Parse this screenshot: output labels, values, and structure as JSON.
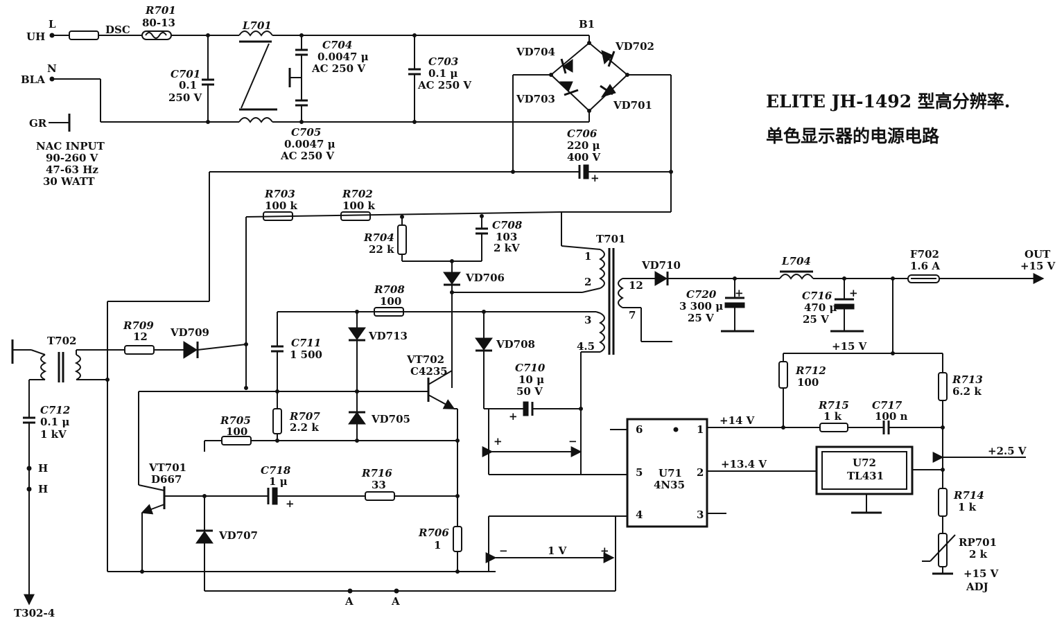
{
  "title": {
    "line1": "ELITE JH-1492 型高分辨率.",
    "line2": "单色显示器的电源电路"
  },
  "input": {
    "uh": "UH",
    "l": "L",
    "dsc": "DSC",
    "bla": "BLA",
    "n": "N",
    "gr": "GR",
    "nac": "NAC INPUT",
    "volt": "90-260 V",
    "freq": "47-63 Hz",
    "watt": "30 WATT"
  },
  "components": {
    "r701": {
      "name": "R701",
      "value": "80-13"
    },
    "l701": {
      "name": "L701"
    },
    "c701": {
      "name": "C701",
      "value": "0.1",
      "rating": "250 V"
    },
    "c704": {
      "name": "C704",
      "value": "0.0047 μ",
      "rating": "AC 250 V"
    },
    "c705": {
      "name": "C705",
      "value": "0.0047 μ",
      "rating": "AC 250 V"
    },
    "c703": {
      "name": "C703",
      "value": "0.1 μ",
      "rating": "AC 250 V"
    },
    "b1": {
      "name": "B1"
    },
    "vd701": "VD701",
    "vd702": "VD702",
    "vd703": "VD703",
    "vd704": "VD704",
    "c706": {
      "name": "C706",
      "value": "220 μ",
      "rating": "400 V"
    },
    "r703": {
      "name": "R703",
      "value": "100 k"
    },
    "r702": {
      "name": "R702",
      "value": "100 k"
    },
    "r704": {
      "name": "R704",
      "value": "22 k"
    },
    "c708": {
      "name": "C708",
      "value": "103",
      "rating": "2 kV"
    },
    "vd706": "VD706",
    "t701": {
      "name": "T701",
      "p1": "1",
      "p2": "2",
      "p3": "3",
      "p45": "4.5",
      "p12": "12",
      "p7": "7"
    },
    "r708": {
      "name": "R708",
      "value": "100"
    },
    "vd713": "VD713",
    "vd708": "VD708",
    "c711": {
      "name": "C711",
      "value": "1 500"
    },
    "vt702": {
      "name": "VT702",
      "part": "C4235"
    },
    "c710": {
      "name": "C710",
      "value": "10 μ",
      "rating": "50 V"
    },
    "r709": {
      "name": "R709",
      "value": "12"
    },
    "vd709": "VD709",
    "t702": {
      "name": "T702"
    },
    "vd705": "VD705",
    "r707": {
      "name": "R707",
      "value": "2.2 k"
    },
    "r705": {
      "name": "R705",
      "value": "100"
    },
    "c712": {
      "name": "C712",
      "value": "0.1 μ",
      "rating": "1 kV"
    },
    "vt701": {
      "name": "VT701",
      "part": "D667"
    },
    "c718": {
      "name": "C718",
      "value": "1 μ"
    },
    "r716": {
      "name": "R716",
      "value": "33"
    },
    "vd707": "VD707",
    "r706": {
      "name": "R706",
      "value": "1"
    },
    "vd710": "VD710",
    "c720": {
      "name": "C720",
      "value": "3 300 μ",
      "rating": "25 V"
    },
    "l704": {
      "name": "L704"
    },
    "c716": {
      "name": "C716",
      "value": "470 μ",
      "rating": "25 V"
    },
    "f702": {
      "name": "F702",
      "value": "1.6 A"
    },
    "r712": {
      "name": "R712",
      "value": "100"
    },
    "r713": {
      "name": "R713",
      "value": "6.2 k"
    },
    "r715": {
      "name": "R715",
      "value": "1 k"
    },
    "c717": {
      "name": "C717",
      "value": "100 n"
    },
    "u71": {
      "name": "U71",
      "part": "4N35",
      "p1": "1",
      "p2": "2",
      "p3": "3",
      "p4": "4",
      "p5": "5",
      "p6": "6"
    },
    "u72": {
      "name": "U72",
      "part": "TL431"
    },
    "r714": {
      "name": "R714",
      "value": "1 k"
    },
    "rp701": {
      "name": "RP701",
      "value": "2 k"
    }
  },
  "nets": {
    "out": "OUT",
    "out_v": "+15 V",
    "v15": "+15 V",
    "v14": "+14 V",
    "v134": "+13.4 V",
    "v25": "+2.5 V",
    "adj_v": "+15 V",
    "adj": "ADJ",
    "one_v": "1 V",
    "plus": "+",
    "minus": "−",
    "a1": "A",
    "a2": "A",
    "h1": "H",
    "h2": "H",
    "t302": "T302-4"
  }
}
